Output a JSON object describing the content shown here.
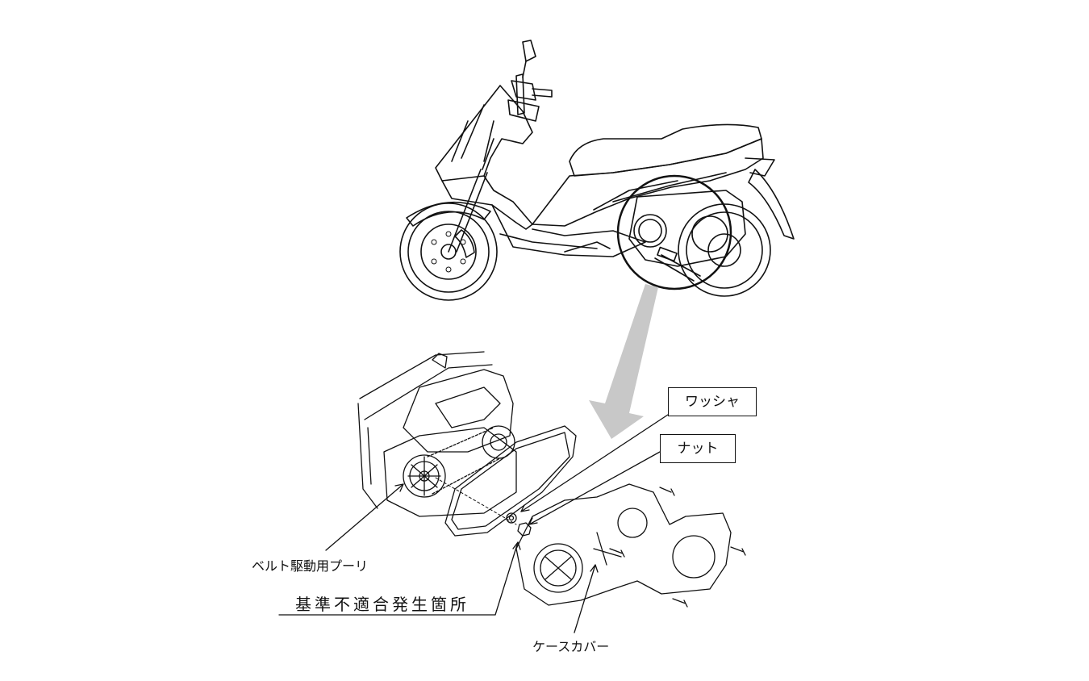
{
  "labels": {
    "washer": "ワッシャ",
    "nut": "ナット",
    "pulley": "ベルト駆動用プーリ",
    "defect": "基準不適合発生箇所",
    "cover": "ケースカバー"
  },
  "figure": {
    "scooter_side_view": "scooter-illustration",
    "engine_exploded_view": "cvt-case-exploded-illustration",
    "callout_arrow_color": "#c8c8c8",
    "line_color": "#111111"
  }
}
